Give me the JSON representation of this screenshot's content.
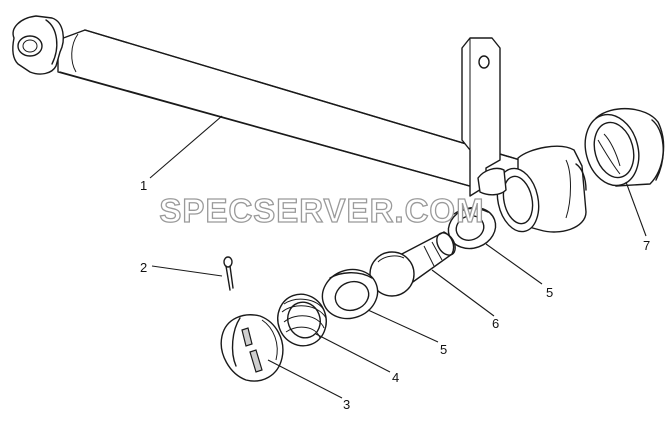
{
  "callouts": {
    "c1": "1",
    "c2": "2",
    "c3": "3",
    "c4": "4",
    "c5a": "5",
    "c5b": "5",
    "c6": "6",
    "c7": "7"
  },
  "watermark": "SPECSERVER.COM"
}
